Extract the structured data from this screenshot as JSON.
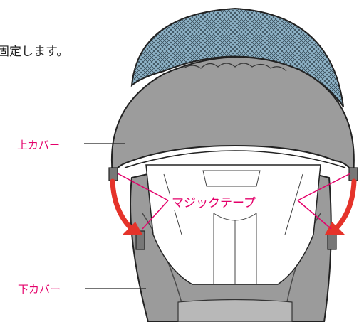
{
  "instruction_text": "固定します。",
  "labels": {
    "upper_cover": "上カバー",
    "lower_cover": "下カバー",
    "velcro_tape": "マジックテープ"
  },
  "colors": {
    "label_magenta": "#e4006a",
    "arrow_red": "#e5332a",
    "canopy_blue": "#8fb4c9",
    "cover_gray": "#9b9b9b",
    "outline": "#222222"
  }
}
